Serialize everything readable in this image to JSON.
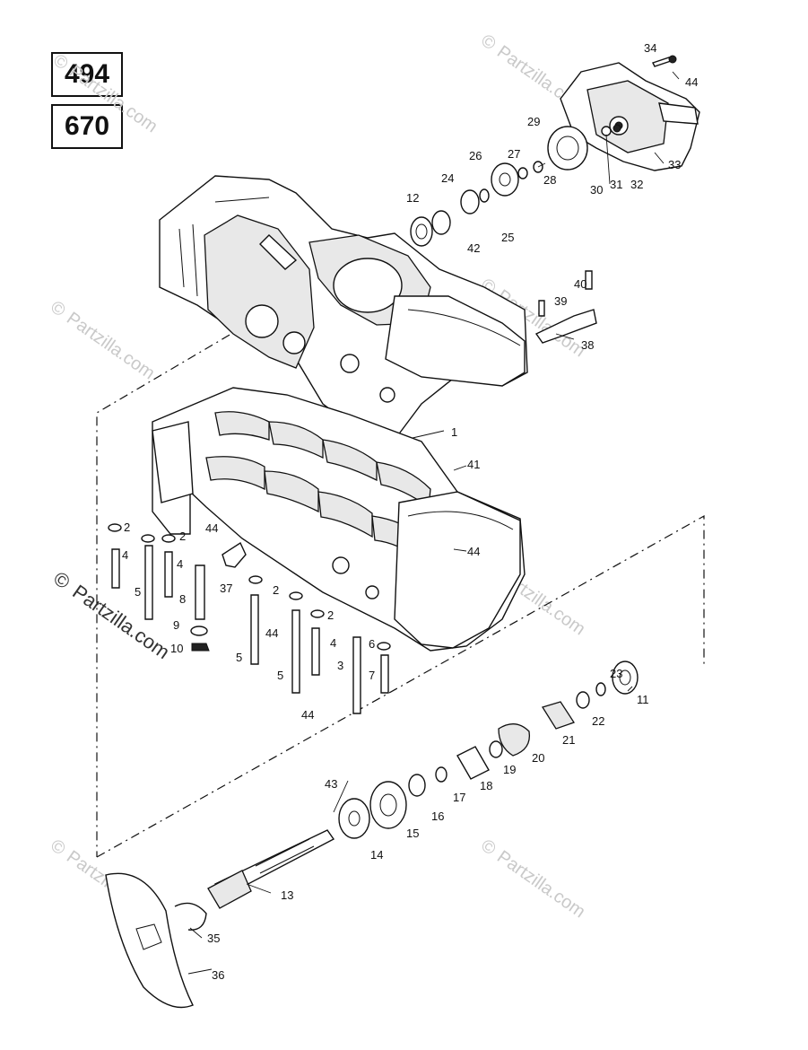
{
  "badges": [
    "494",
    "670"
  ],
  "watermarks": {
    "symbol": "©",
    "text": "Partzilla.com"
  },
  "callouts": {
    "c1": "1",
    "c2a": "2",
    "c2b": "2",
    "c2c": "2",
    "c2d": "2",
    "c3": "3",
    "c4a": "4",
    "c4b": "4",
    "c4c": "4",
    "c5a": "5",
    "c5b": "5",
    "c5c": "5",
    "c6": "6",
    "c7": "7",
    "c8": "8",
    "c9": "9",
    "c10": "10",
    "c11": "11",
    "c12": "12",
    "c13": "13",
    "c14": "14",
    "c15": "15",
    "c16": "16",
    "c17": "17",
    "c18": "18",
    "c19": "19",
    "c20": "20",
    "c21": "21",
    "c22": "22",
    "c23": "23",
    "c24": "24",
    "c25": "25",
    "c26": "26",
    "c27": "27",
    "c28": "28",
    "c29": "29",
    "c30": "30",
    "c31": "31",
    "c32": "32",
    "c33": "33",
    "c34": "34",
    "c35": "35",
    "c36": "36",
    "c37": "37",
    "c38": "38",
    "c39": "39",
    "c40": "40",
    "c41": "41",
    "c42": "42",
    "c43": "43",
    "c44a": "44",
    "c44b": "44",
    "c44c": "44",
    "c44d": "44",
    "c44e": "44"
  }
}
